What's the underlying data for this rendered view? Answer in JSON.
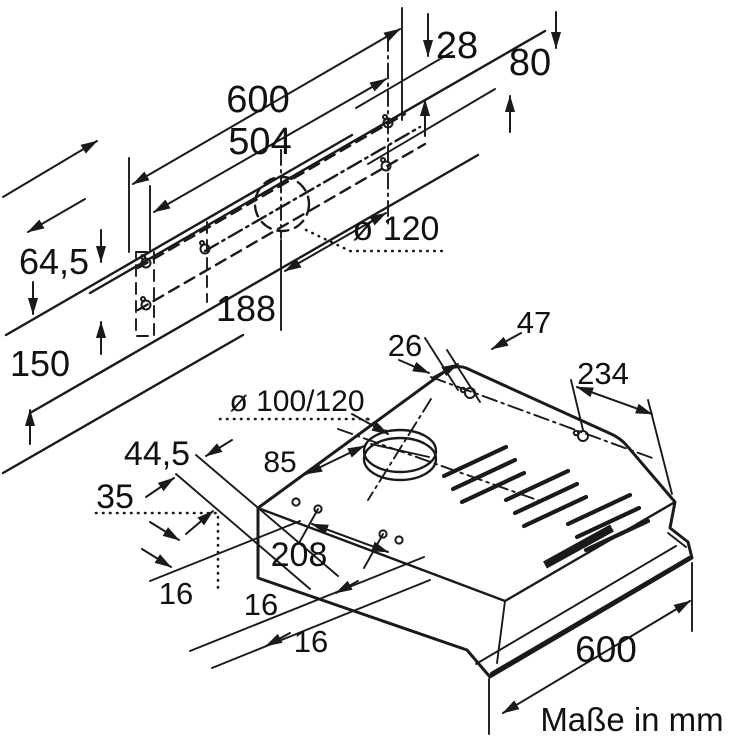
{
  "drawing": {
    "kind": "cooker-hood installation dimension drawing",
    "colors": {
      "ink": "#1a1a1a",
      "background": "#ffffff"
    },
    "template_view": {
      "name": "wall mounting template",
      "width_outer": "600",
      "width_inner": "504",
      "offset_top": "28",
      "offset_mid": "80",
      "duct_diameter": "ø 120",
      "offset_left_upper": "64,5",
      "duct_to_holes": "188",
      "offset_left_lower": "150"
    },
    "hood_view": {
      "name": "hood body (underside/top view)",
      "rear_hole_offset": "26",
      "rear_hole_gap": "47",
      "rear_right_span": "234",
      "duct_diameter": "ø 100/120",
      "collar_offset_a": "44,5",
      "collar_offset_b": "35",
      "collar_from_edge": "85",
      "front_hole_span": "208",
      "step_a": "16",
      "step_b": "16",
      "step_c": "16",
      "width": "600"
    },
    "caption": {
      "text": "Maße in mm"
    }
  }
}
